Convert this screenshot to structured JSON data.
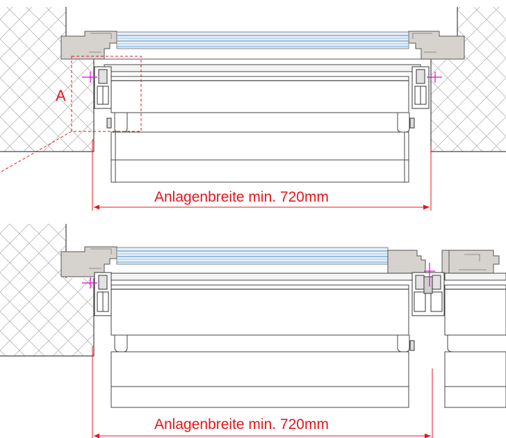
{
  "colors": {
    "dimension": "#e8141b",
    "axis": "#e000e0",
    "frame": "#d4d0cb",
    "glass": "#9cc3e6",
    "line": "#333333",
    "hatch": "#9a9a9a"
  },
  "detail": {
    "label": "A"
  },
  "dimensions": {
    "top": "Anlagenbreite min. 720mm",
    "bottom": "Anlagenbreite min. 720mm"
  }
}
